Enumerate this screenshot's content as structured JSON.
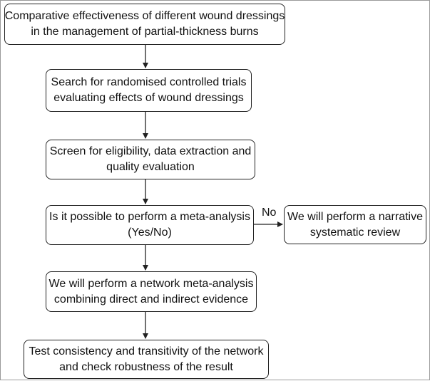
{
  "nodes": [
    {
      "id": "n1",
      "lines": [
        "Comparative effectiveness of different wound dressings",
        "in the management of partial-thickness burns"
      ]
    },
    {
      "id": "n2",
      "lines": [
        "Search for randomised controlled trials",
        "evaluating effects of wound dressings"
      ]
    },
    {
      "id": "n3",
      "lines": [
        "Screen for eligibility, data extraction and",
        "quality evaluation"
      ]
    },
    {
      "id": "n4",
      "lines": [
        "Is it possible to perform a meta-analysis",
        "(Yes/No)"
      ]
    },
    {
      "id": "n5",
      "lines": [
        "We will perform a narrative",
        "systematic review"
      ]
    },
    {
      "id": "n6",
      "lines": [
        "We will perform a network meta-analysis",
        "combining direct and indirect evidence"
      ]
    },
    {
      "id": "n7",
      "lines": [
        "Test consistency and transitivity of the network",
        "and check robustness of the result"
      ]
    }
  ],
  "edges": [
    {
      "from": "n1",
      "to": "n2",
      "label": ""
    },
    {
      "from": "n2",
      "to": "n3",
      "label": ""
    },
    {
      "from": "n3",
      "to": "n4",
      "label": ""
    },
    {
      "from": "n4",
      "to": "n5",
      "label": "No"
    },
    {
      "from": "n4",
      "to": "n6",
      "label": ""
    },
    {
      "from": "n6",
      "to": "n7",
      "label": ""
    }
  ]
}
